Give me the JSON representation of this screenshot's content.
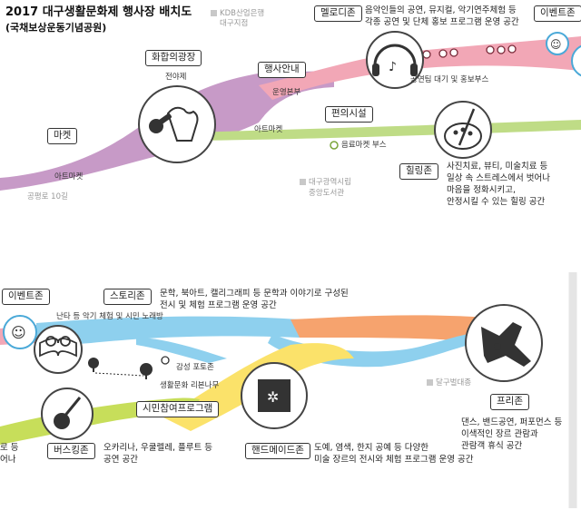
{
  "header": {
    "title": "2017 대구생활문화제 행사장 배치도",
    "subtitle": "(국채보상운동기념공원)"
  },
  "landmarks": {
    "kdb_line1": "KDB산업은행",
    "kdb_line2": "대구지점",
    "library_line1": "대구광역시립",
    "library_line2": "중앙도서관",
    "dalgubeol": "달구벌대종",
    "gongpyeong": "공평로 10길"
  },
  "zones": {
    "market": {
      "tag": "마켓",
      "sub": "아트마켓"
    },
    "hwahap": {
      "tag": "화합의광장",
      "sub": "전야제"
    },
    "info": {
      "tag": "행사안내",
      "sub": "운영본부",
      "sub2": "아트마켓"
    },
    "convenience": {
      "tag": "편의시설",
      "sub": "음료마켓 부스"
    },
    "melody": {
      "tag": "멜로디존",
      "desc1": "음악인들의 공연, 뮤지컬, 악기연주체험 등",
      "desc2": "각종 공연 및 단체 홍보 프로그램 운영 공간",
      "sub": "공연팀 대기 및 홍보부스"
    },
    "event_top": {
      "tag": "이벤트존"
    },
    "healing": {
      "tag": "힐링존",
      "desc1": "사진치료, 뷰티, 미술치료 등",
      "desc2": "일상 속 스트레스에서 벗어나",
      "desc3": "마음을 정화시키고,",
      "desc4": "안정시킬 수 있는 힐링 공간"
    },
    "event_bottom": {
      "tag": "이벤트존",
      "sub": "난타 등 악기 체험 및 시민 노래방"
    },
    "story": {
      "tag": "스토리존",
      "desc1": "문학, 북아트, 캘리그래피 등 문학과 이야기로 구성된",
      "desc2": "전시 및 체험 프로그램 운영 공간"
    },
    "emotion": {
      "sub": "감성 포토존",
      "sub2": "생활문화 리본나무"
    },
    "citizen": {
      "tag": "시민참여프로그램"
    },
    "busking": {
      "tag": "버스킹존",
      "desc1": "오카리나, 우쿨렐레, 플루트 등",
      "desc2": "공연 공간",
      "left1": "로 등",
      "left2": "어나"
    },
    "handmade": {
      "tag": "핸드메이드존",
      "desc1": "도예, 염색, 한지 공예 등 다양한",
      "desc2": "미술 장르의 전시와 체험 프로그램 운영 공간"
    },
    "free": {
      "tag": "프리존",
      "desc1": "댄스, 밴드공연, 퍼포먼스 등",
      "desc2": "이색적인 장르 관람과",
      "desc3": "관람객 휴식 공간"
    }
  },
  "colors": {
    "purple": "#c79ac7",
    "pink": "#f2a7b6",
    "green": "#bfdc86",
    "blue": "#8ed0ee",
    "orange": "#f6a36e",
    "yellow": "#fbe26a",
    "olive": "#c7de5a"
  },
  "icons": [
    "microphone-fist-icon",
    "headphones-music-icon",
    "palette-brush-icon",
    "theater-masks-icon",
    "open-book-glasses-icon",
    "tree-icon",
    "guitar-icon",
    "handmade-scroll-icon",
    "breakdancer-icon"
  ]
}
